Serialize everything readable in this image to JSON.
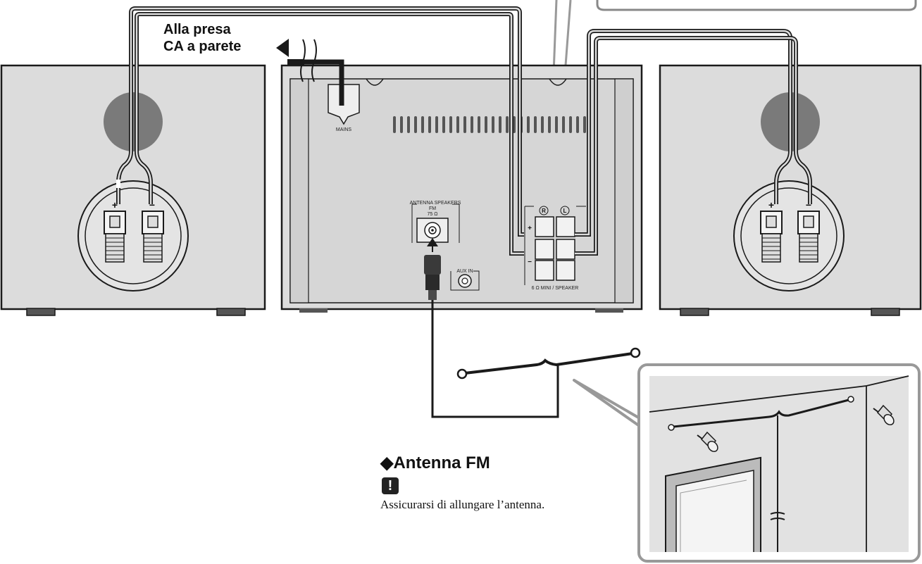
{
  "mains": {
    "line1": "Alla presa",
    "line2": "CA a parete",
    "socket_label": "MAINS"
  },
  "unit": {
    "antenna_group_label": "ANTENNA SPEAKERS",
    "fm_label": "FM",
    "fm_ohm": "75 Ω",
    "aux_label": "AUX IN",
    "speaker_right": "R",
    "speaker_left": "L",
    "speaker_spec": "6 Ω MINI / SPEAKER",
    "plus_sign": "+",
    "minus_sign": "−"
  },
  "speakers": {
    "plus_sign": "+",
    "minus_sign": "−"
  },
  "antenna": {
    "title": "◆Antenna FM",
    "note_icon": "!",
    "note_text": "Assicurarsi di allungare l’antenna."
  },
  "colors": {
    "panel": "#dcdcdc",
    "outline": "#1a1a1a",
    "cable": "#1a1a1a",
    "wall": "#e2e2e2"
  }
}
